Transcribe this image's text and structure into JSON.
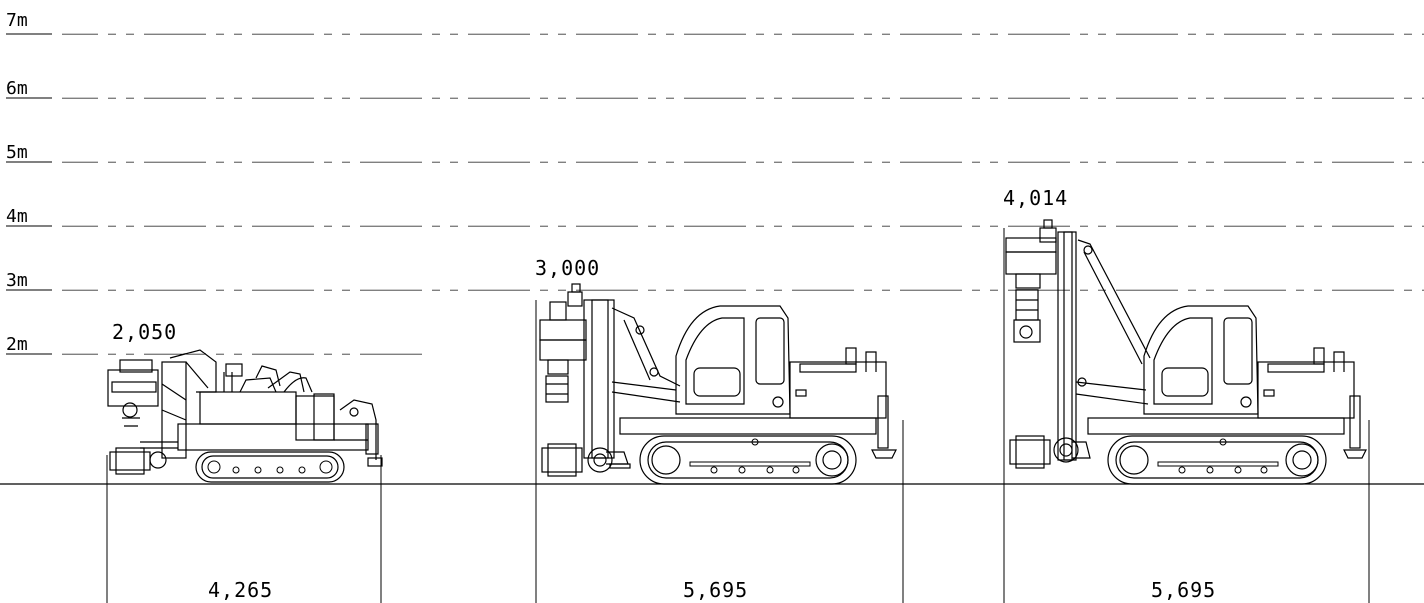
{
  "levels": [
    {
      "label": "7m"
    },
    {
      "label": "6m"
    },
    {
      "label": "5m"
    },
    {
      "label": "4m"
    },
    {
      "label": "3m"
    },
    {
      "label": "2m"
    }
  ],
  "machines": [
    {
      "name": "compact-rig",
      "height_label": "2,050",
      "width_label": "4,265"
    },
    {
      "name": "medium-rig",
      "height_label": "3,000",
      "width_label": "5,695"
    },
    {
      "name": "tall-rig",
      "height_label": "4,014",
      "width_label": "5,695"
    }
  ]
}
